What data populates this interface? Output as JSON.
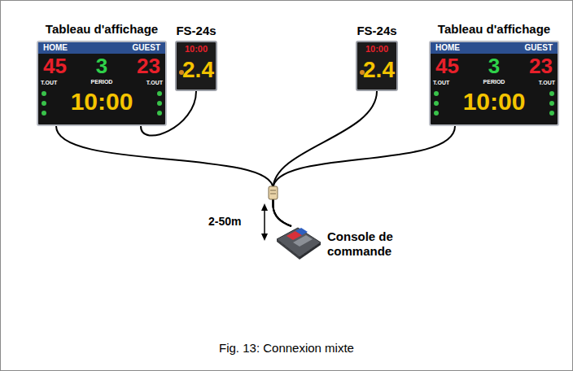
{
  "diagram": {
    "caption": "Fig. 13: Connexion mixte",
    "nodes": [
      {
        "text": [
          "Tableau d'affichage",
          "HOME",
          "GUEST",
          "45",
          "3",
          "23",
          "T.OUT",
          "PERIOD",
          "T.OUT",
          "10:00"
        ]
      },
      {
        "text": [
          "FS-24s",
          "10:00",
          "2.4"
        ]
      },
      {
        "text": [
          "FS-24s",
          "10:00",
          "2.4"
        ]
      },
      {
        "text": [
          "Tableau d'affichage",
          "HOME",
          "GUEST",
          "45",
          "3",
          "23",
          "T.OUT",
          "PERIOD",
          "T.OUT",
          "10:00"
        ]
      },
      {
        "text": [
          "Console de commande"
        ]
      }
    ],
    "edges": [
      {
        "from": 0,
        "to": 1,
        "arrow": "none"
      },
      {
        "from": 0,
        "to": 4,
        "arrow": "none"
      },
      {
        "from": 2,
        "to": 4,
        "arrow": "none"
      },
      {
        "from": 3,
        "to": 4,
        "arrow": "none"
      }
    ],
    "labels": [
      "2-50m"
    ]
  }
}
